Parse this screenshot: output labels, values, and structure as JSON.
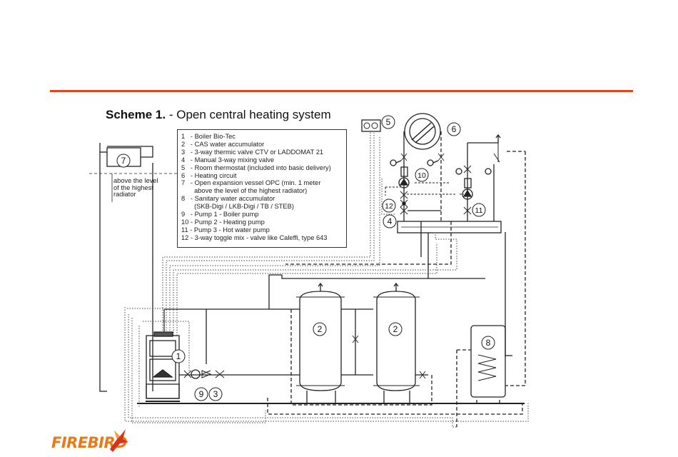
{
  "title": {
    "prefix": "Scheme 1.",
    "text": " - Open central heating system"
  },
  "legend": [
    {
      "num": "1",
      "text": "- Boiler Bio-Tec"
    },
    {
      "num": "2",
      "text": "- CAS water accumulator"
    },
    {
      "num": "3",
      "text": "- 3-way thermic valve CTV or LADDOMAT 21"
    },
    {
      "num": "4",
      "text": "- Manual 3-way mixing valve"
    },
    {
      "num": "5",
      "text": "- Room thermostat (included into basic delivery)"
    },
    {
      "num": "6",
      "text": "- Heating circuit"
    },
    {
      "num": "7",
      "text": "- Open expansion vessel OPC (min. 1 meter"
    },
    {
      "num": "",
      "text": "  above the level of the highest radiator)"
    },
    {
      "num": "8",
      "text": "- Sanitary water accumulator"
    },
    {
      "num": "",
      "text": "  (SKB-Digi / LKB-Digi / TB / STEB)"
    },
    {
      "num": "9",
      "text": "- Pump 1 - Boiler pump"
    },
    {
      "num": "10",
      "text": "- Pump 2 - Heating pump"
    },
    {
      "num": "11",
      "text": "- Pump 3 - Hot water pump"
    },
    {
      "num": "12",
      "text": "- 3-way toggle mix - valve like Caleffi, type 643"
    }
  ],
  "note": "above the level of the highest radiator",
  "callouts": {
    "c1": "1",
    "c2a": "2",
    "c2b": "2",
    "c3": "3",
    "c4": "4",
    "c5": "5",
    "c6": "6",
    "c7": "7",
    "c8": "8",
    "c9": "9",
    "c10": "10",
    "c11": "11",
    "c12": "12"
  },
  "brand": "FIREBIRD",
  "colors": {
    "accent_rule": "#e2461c",
    "brand": "#e87a1a"
  }
}
